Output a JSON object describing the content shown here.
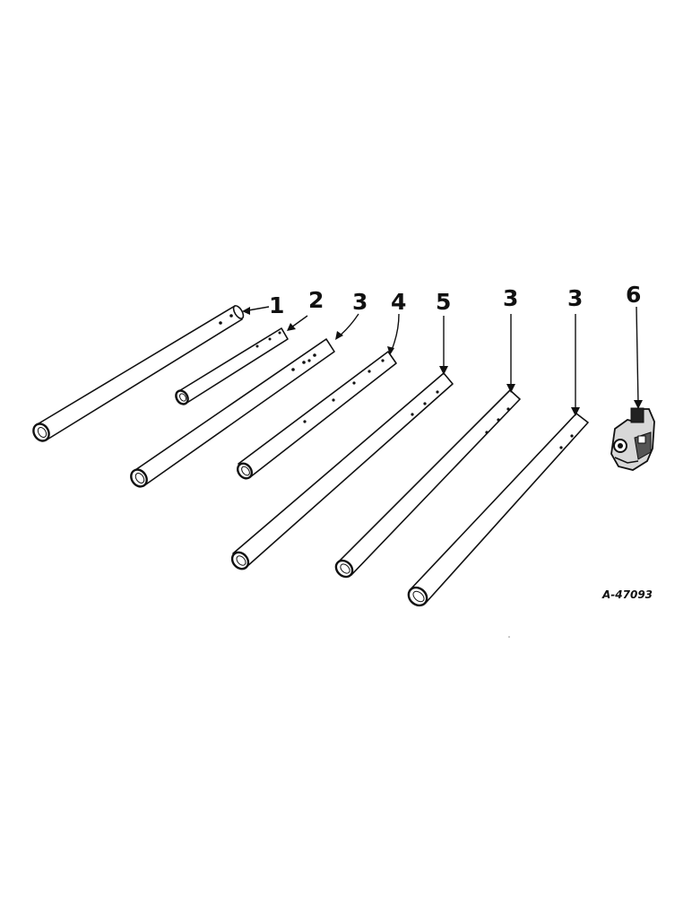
{
  "figure": {
    "reference_code": "A-47093",
    "callouts": [
      {
        "id": "c1",
        "label": "1"
      },
      {
        "id": "c2",
        "label": "2"
      },
      {
        "id": "c3a",
        "label": "3"
      },
      {
        "id": "c4",
        "label": "4"
      },
      {
        "id": "c5",
        "label": "5"
      },
      {
        "id": "c3b",
        "label": "3"
      },
      {
        "id": "c3c",
        "label": "3"
      },
      {
        "id": "c6",
        "label": "6"
      }
    ],
    "parts": [
      {
        "callout": "1",
        "kind": "tube"
      },
      {
        "callout": "2",
        "kind": "tube"
      },
      {
        "callout": "3",
        "kind": "tube"
      },
      {
        "callout": "4",
        "kind": "tube"
      },
      {
        "callout": "5",
        "kind": "tube"
      },
      {
        "callout": "3",
        "kind": "tube"
      },
      {
        "callout": "3",
        "kind": "tube"
      },
      {
        "callout": "6",
        "kind": "fitting"
      }
    ]
  }
}
